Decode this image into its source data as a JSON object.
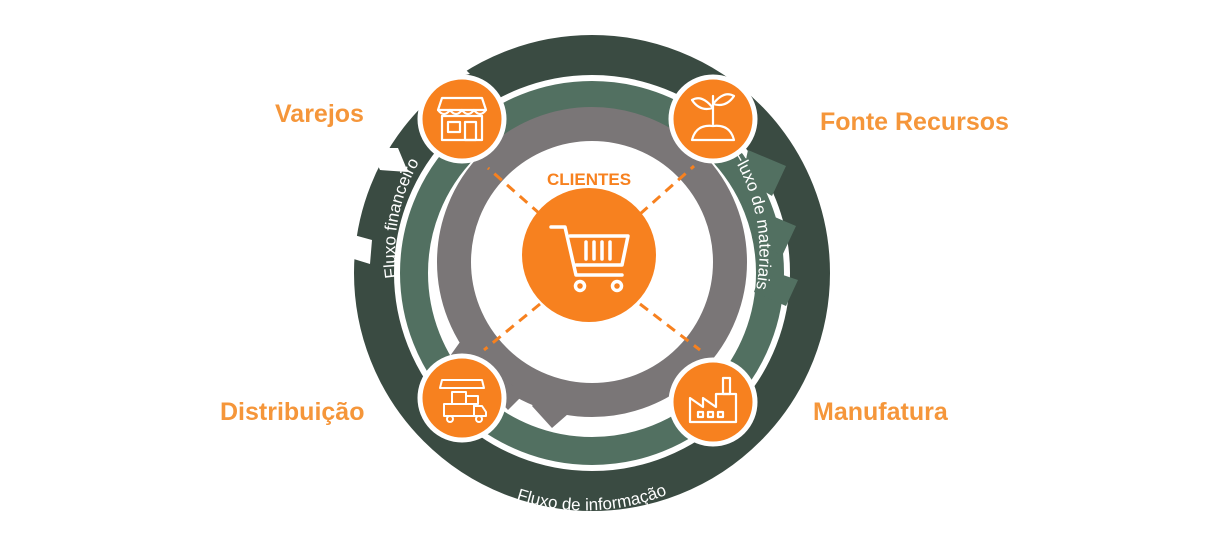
{
  "center": {
    "label": "CLIENTES",
    "icon": "shopping-cart-icon"
  },
  "nodes": {
    "varejos": {
      "label": "Varejos",
      "icon": "storefront-icon"
    },
    "fonte_recursos": {
      "label": "Fonte Recursos",
      "icon": "plant-sprout-icon"
    },
    "distribuicao": {
      "label": "Distribuição",
      "icon": "delivery-truck-icon"
    },
    "manufatura": {
      "label": "Manufatura",
      "icon": "factory-icon"
    }
  },
  "flows": {
    "financeiro": "Fluxo financeiro",
    "materiais": "Fluxo de materiais",
    "informacao": "Fluxo de informação"
  },
  "colors": {
    "orange": "#f7811f",
    "label_orange": "#f5963a",
    "outer_ring": "#3a4b42",
    "middle_ring": "#527061",
    "inner_ring": "#7a7677"
  }
}
